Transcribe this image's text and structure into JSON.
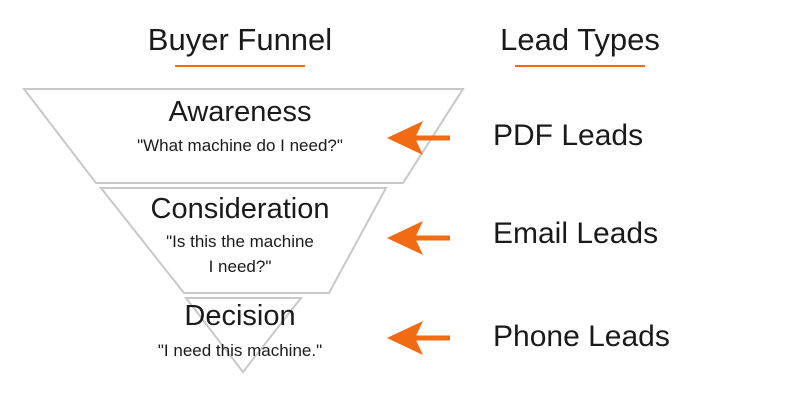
{
  "headings": {
    "funnel": "Buyer Funnel",
    "leads": "Lead Types"
  },
  "stages": [
    {
      "title": "Awareness",
      "quote": "\"What machine do I need?\""
    },
    {
      "title": "Consideration",
      "quote_line1": "\"Is this the machine",
      "quote_line2": "I need?\""
    },
    {
      "title": "Decision",
      "quote": "\"I need this machine.\""
    }
  ],
  "leads": [
    "PDF Leads",
    "Email Leads",
    "Phone Leads"
  ],
  "colors": {
    "accent": "#f26a12",
    "outline": "#c8c8c8",
    "text": "#1a1a1a"
  },
  "icons": [
    "arrow-left-icon"
  ]
}
